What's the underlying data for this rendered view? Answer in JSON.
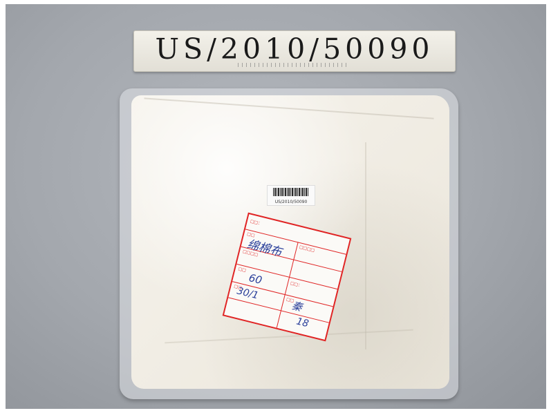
{
  "ruler": {
    "code": "US/2010/50090"
  },
  "barcode": {
    "number": "US/2010/50090"
  },
  "label": {
    "handwritten": [
      "绵棉布",
      "60",
      "30/1",
      "秦",
      "18"
    ]
  },
  "colors": {
    "background": "#a3a7ad",
    "label_border": "#e02424",
    "ink": "#2a3f9a"
  }
}
